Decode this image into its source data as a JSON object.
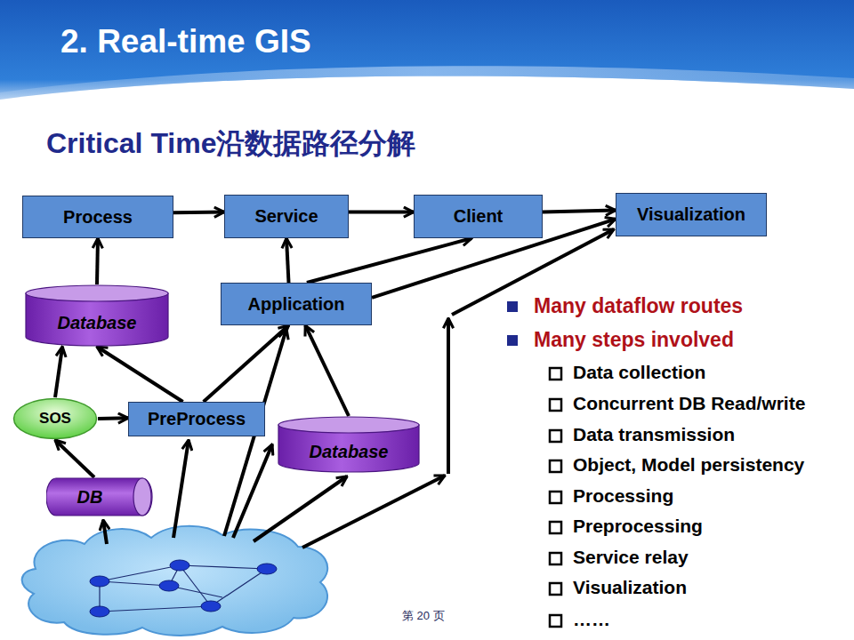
{
  "diagram": {
    "title": "2. Real-time GIS",
    "nodes": [
      {
        "text": [
          "Process"
        ]
      },
      {
        "text": [
          "Service"
        ]
      },
      {
        "text": [
          "Client"
        ]
      },
      {
        "text": [
          "Visualization"
        ]
      },
      {
        "text": [
          "Application"
        ]
      },
      {
        "text": [
          "Database"
        ]
      },
      {
        "text": [
          "SOS"
        ]
      },
      {
        "text": [
          "PreProcess"
        ]
      },
      {
        "text": [
          "Database"
        ]
      },
      {
        "text": [
          "DB"
        ]
      }
    ],
    "edges": [
      {
        "from": 0,
        "to": 1,
        "arrow": "to"
      },
      {
        "from": 1,
        "to": 2,
        "arrow": "to"
      },
      {
        "from": 2,
        "to": 3,
        "arrow": "to"
      },
      {
        "from": 5,
        "to": 0,
        "arrow": "to"
      },
      {
        "from": 4,
        "to": 1,
        "arrow": "to"
      },
      {
        "from": 4,
        "to": 2,
        "arrow": "to"
      },
      {
        "from": 4,
        "to": 3,
        "arrow": "to"
      },
      {
        "from": 6,
        "to": 5,
        "arrow": "to"
      },
      {
        "from": 7,
        "to": 5,
        "arrow": "to"
      },
      {
        "from": 6,
        "to": 7,
        "arrow": "to"
      },
      {
        "from": 7,
        "to": 4,
        "arrow": "to"
      },
      {
        "from": 8,
        "to": 4,
        "arrow": "to"
      },
      {
        "from": 9,
        "to": 6,
        "arrow": "to"
      }
    ],
    "labels": [
      "Critical Time沿数据路径分解",
      "Many dataflow routes",
      "Many steps involved",
      "Data collection",
      "Concurrent DB Read/write",
      "Data transmission",
      "Object, Model persistency",
      "Processing",
      "Preprocessing",
      "Service relay",
      "Visualization",
      "……",
      "第 20 页"
    ]
  }
}
